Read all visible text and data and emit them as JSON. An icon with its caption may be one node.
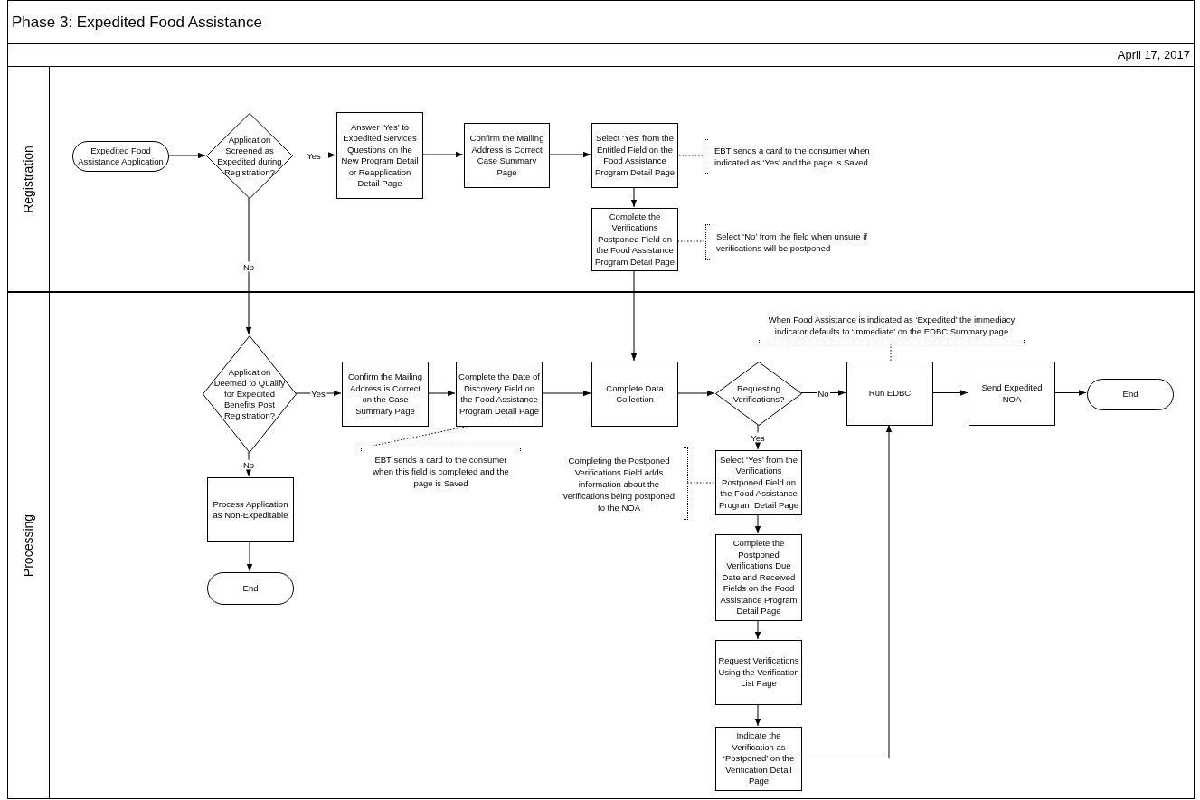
{
  "diagram": {
    "title": "Phase 3: Expedited Food Assistance",
    "nodes": [
      {
        "text": [
          "Registration"
        ]
      },
      {
        "text": [
          "Processing"
        ]
      },
      {
        "text": [
          "Expedited Food Assistance Application"
        ],
        "in": 0
      },
      {
        "text": [
          "Application Screened as Expedited during Registration?"
        ],
        "in": 0
      },
      {
        "text": [
          "Answer ‘Yes’ to Expedited Services Questions on the New Program Detail or Reapplication Detail Page"
        ],
        "in": 0
      },
      {
        "text": [
          "Confirm the Mailing Address is Correct Case Summary Page"
        ],
        "in": 0
      },
      {
        "text": [
          "Select ‘Yes’ from the Entitled Field on the Food Assistance Program Detail Page"
        ],
        "in": 0
      },
      {
        "text": [
          "Complete the Verifications Postponed Field on the Food Assistance Program Detail Page"
        ],
        "in": 0
      },
      {
        "text": [
          "EBT sends a card to the consumer when indicated as ‘Yes’ and the page is Saved"
        ],
        "in": 0
      },
      {
        "text": [
          "Select ‘No’ from the field when unsure if verifications will be postponed"
        ],
        "in": 0
      },
      {
        "text": [
          "Application Deemed to Qualify for Expedited Benefits Post Registration?"
        ],
        "in": 1
      },
      {
        "text": [
          "Confirm the Mailing Address is Correct on the Case Summary Page"
        ],
        "in": 1
      },
      {
        "text": [
          "Complete the Date of Discovery Field on the Food Assistance Program Detail Page"
        ],
        "in": 1
      },
      {
        "text": [
          "Complete Data Collection"
        ],
        "in": 1
      },
      {
        "text": [
          "Requesting Verifications?"
        ],
        "in": 1
      },
      {
        "text": [
          "Run EDBC"
        ],
        "in": 1
      },
      {
        "text": [
          "Send Expedited NOA"
        ],
        "in": 1
      },
      {
        "text": [
          "End"
        ],
        "in": 1
      },
      {
        "text": [
          "When Food Assistance is indicated as ‘Expedited’ the immediacy indicator defaults to ‘Immediate’ on the EDBC Summary page"
        ],
        "in": 1
      },
      {
        "text": [
          "EBT sends a card to the consumer when this field is completed and the page is Saved"
        ],
        "in": 1
      },
      {
        "text": [
          "Process Application as Non-Expeditable"
        ],
        "in": 1
      },
      {
        "text": [
          "End"
        ],
        "in": 1
      },
      {
        "text": [
          "Completing the Postponed Verifications Field adds information about the verifications being postponed to the NOA"
        ],
        "in": 1
      },
      {
        "text": [
          "Select ‘Yes’ from the Verifications Postponed Field on the Food Assistance Program Detail Page"
        ],
        "in": 1
      },
      {
        "text": [
          "Complete the Postponed Verifications Due Date and Received Fields on the Food Assistance Program Detail Page"
        ],
        "in": 1
      },
      {
        "text": [
          "Request Verifications Using the Verification List Page"
        ],
        "in": 1
      },
      {
        "text": [
          "Indicate the Verification as ‘Postponed’ on the Verification Detail Page"
        ],
        "in": 1
      }
    ],
    "edges": [
      {
        "from": 2,
        "to": 3,
        "arrow": "to"
      },
      {
        "from": 3,
        "to": 4,
        "arrow": "to",
        "label": "Yes"
      },
      {
        "from": 4,
        "to": 5,
        "arrow": "to"
      },
      {
        "from": 5,
        "to": 6,
        "arrow": "to"
      },
      {
        "from": 6,
        "to": 7,
        "arrow": "to"
      },
      {
        "from": 3,
        "to": 10,
        "arrow": "to",
        "label": "No"
      },
      {
        "from": 7,
        "to": 13,
        "arrow": "to"
      },
      {
        "from": 10,
        "to": 11,
        "arrow": "to",
        "label": "Yes"
      },
      {
        "from": 11,
        "to": 12,
        "arrow": "to"
      },
      {
        "from": 12,
        "to": 13,
        "arrow": "to"
      },
      {
        "from": 13,
        "to": 14,
        "arrow": "to"
      },
      {
        "from": 14,
        "to": 15,
        "arrow": "to",
        "label": "No"
      },
      {
        "from": 15,
        "to": 16,
        "arrow": "to"
      },
      {
        "from": 16,
        "to": 17,
        "arrow": "to"
      },
      {
        "from": 10,
        "to": 20,
        "arrow": "to",
        "label": "No"
      },
      {
        "from": 20,
        "to": 21,
        "arrow": "to"
      },
      {
        "from": 14,
        "to": 23,
        "arrow": "to",
        "label": "Yes"
      },
      {
        "from": 23,
        "to": 24,
        "arrow": "to"
      },
      {
        "from": 24,
        "to": 25,
        "arrow": "to"
      },
      {
        "from": 25,
        "to": 26,
        "arrow": "to"
      },
      {
        "from": 26,
        "to": 15,
        "arrow": "to"
      },
      {
        "from": 8,
        "to": 6,
        "arrow": "none",
        "style": "dashed"
      },
      {
        "from": 9,
        "to": 7,
        "arrow": "none",
        "style": "dashed"
      },
      {
        "from": 18,
        "to": 15,
        "arrow": "none",
        "style": "dashed"
      },
      {
        "from": 19,
        "to": 12,
        "arrow": "none",
        "style": "dashed"
      },
      {
        "from": 22,
        "to": 23,
        "arrow": "none",
        "style": "dashed"
      }
    ],
    "labels": [
      "April 17, 2017"
    ]
  }
}
